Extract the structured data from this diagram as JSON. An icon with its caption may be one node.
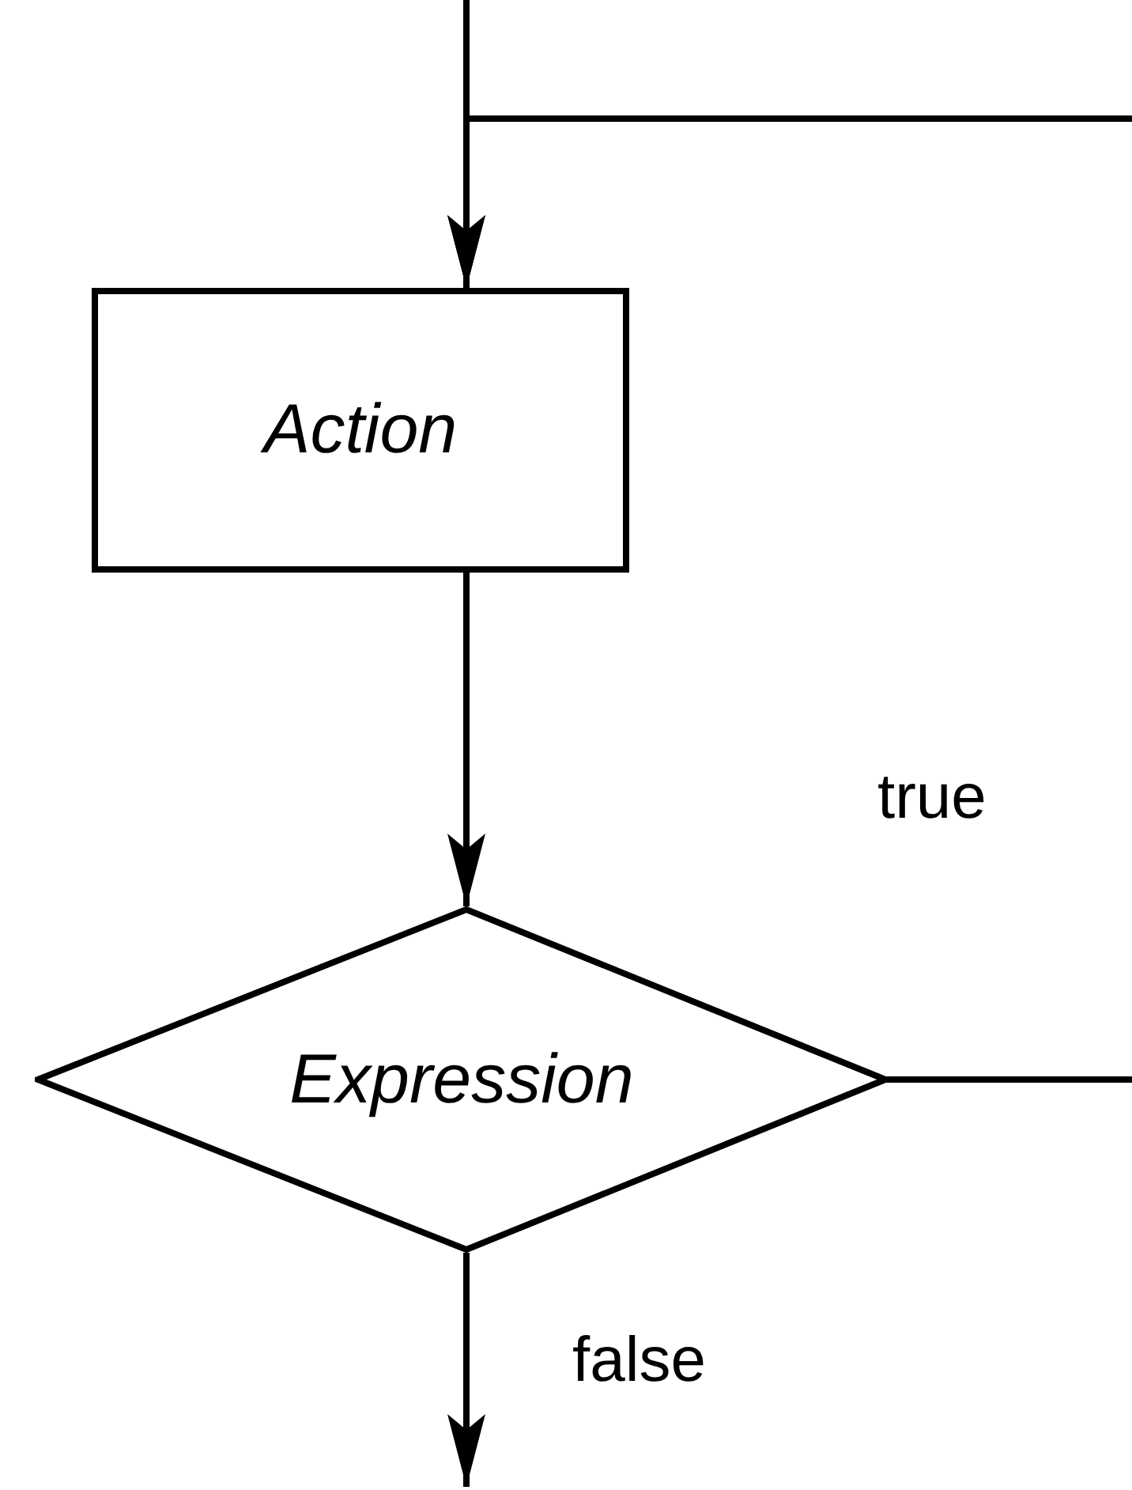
{
  "diagram": {
    "nodes": [
      {
        "text": [
          "Action"
        ]
      },
      {
        "text": [
          "Expression"
        ]
      }
    ],
    "edges": [
      {
        "from": null,
        "to": 0,
        "arrow": "to"
      },
      {
        "from": 0,
        "to": 1,
        "arrow": "to"
      },
      {
        "from": 1,
        "to": 0,
        "arrow": "to",
        "label": "true"
      },
      {
        "from": 1,
        "to": null,
        "arrow": "to",
        "label": "false"
      }
    ]
  }
}
